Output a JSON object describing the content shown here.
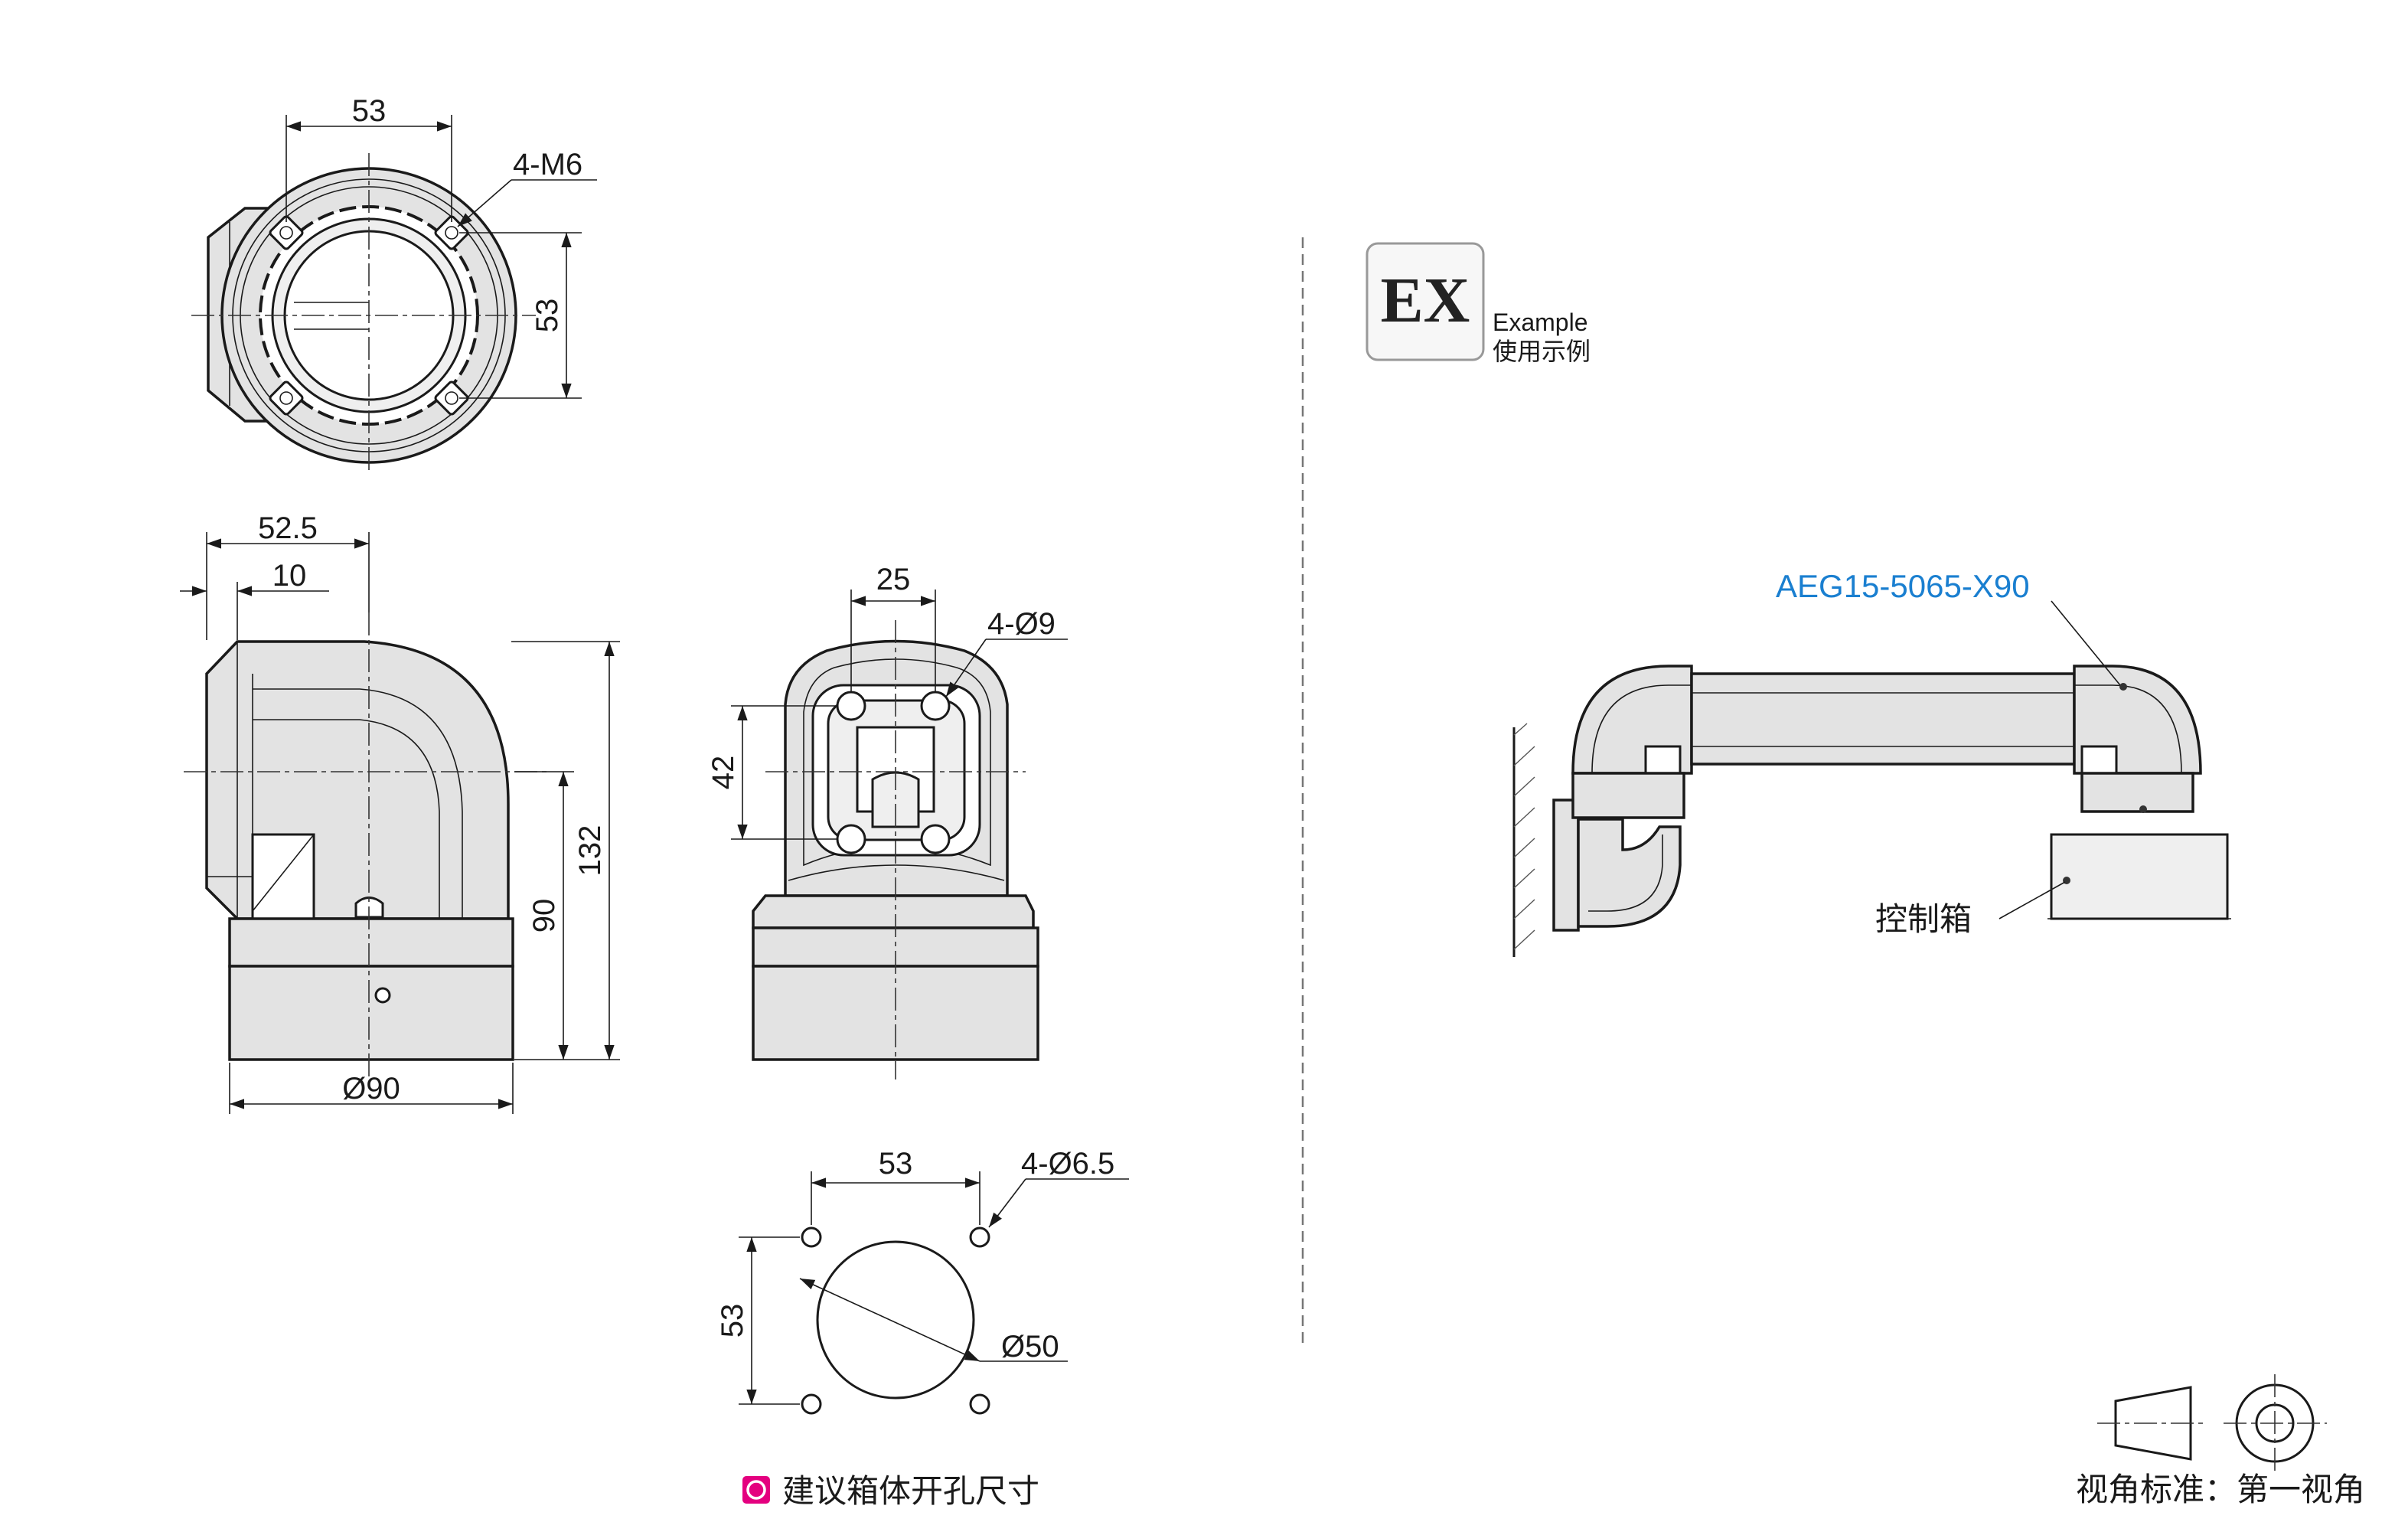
{
  "top_view": {
    "dim_width": "53",
    "dim_height": "53",
    "hole_label": "4-M6"
  },
  "side_view": {
    "dim_offset_1": "52.5",
    "dim_offset_2": "10",
    "dim_height_total": "132",
    "dim_height_base": "90",
    "dim_diameter": "Ø90"
  },
  "front_view": {
    "dim_width": "25",
    "dim_height": "42",
    "hole_label": "4-Ø9"
  },
  "cutout": {
    "dim_width": "53",
    "dim_height": "53",
    "hole_label": "4-Ø6.5",
    "center_hole": "Ø50",
    "caption": "建议箱体开孔尺寸"
  },
  "example": {
    "badge": "EX",
    "title": "Example",
    "subtitle": "使用示例",
    "part_label": "AEG15-5065-X90",
    "box_label": "控制箱"
  },
  "projection": {
    "label": "视角标准：第一视角"
  },
  "colors": {
    "accent_blue": "#1a7fd0",
    "caption_magenta": "#e4007f",
    "body_fill": "#e3e3e3"
  }
}
